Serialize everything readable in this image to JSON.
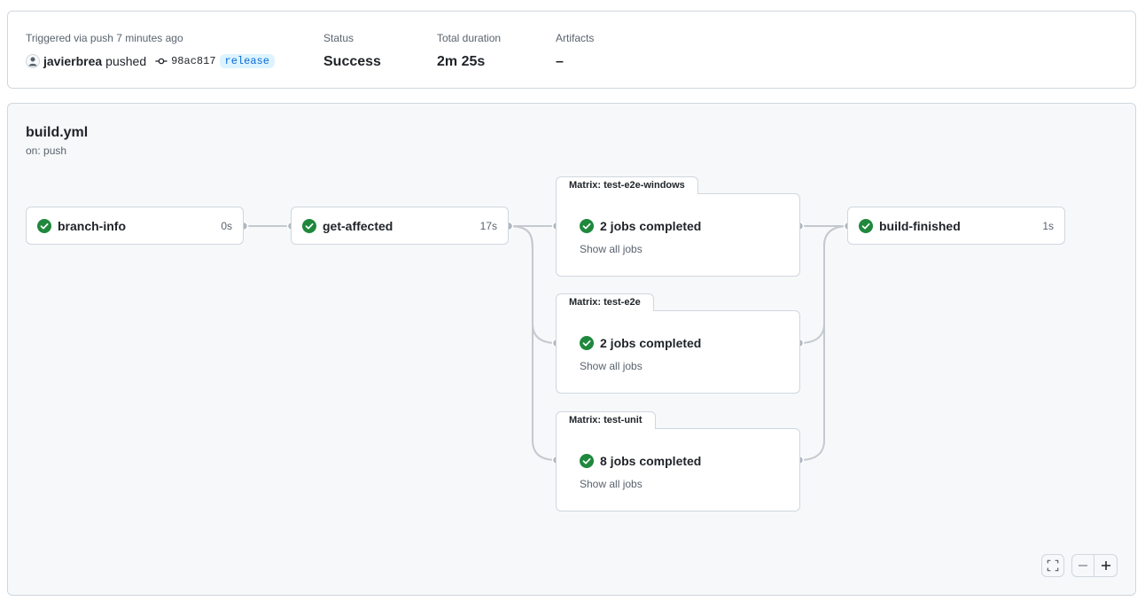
{
  "summary": {
    "trigger_label": "Triggered via push 7 minutes ago",
    "actor": "javierbrea",
    "action": "pushed",
    "commit_sha": "98ac817",
    "branch": "release",
    "status_label": "Status",
    "status_value": "Success",
    "duration_label": "Total duration",
    "duration_value": "2m 25s",
    "artifacts_label": "Artifacts",
    "artifacts_value": "–"
  },
  "workflow": {
    "file": "build.yml",
    "trigger": "on: push"
  },
  "jobs": [
    {
      "name": "branch-info",
      "duration": "0s",
      "status": "success"
    },
    {
      "name": "get-affected",
      "duration": "17s",
      "status": "success"
    },
    {
      "name": "build-finished",
      "duration": "1s",
      "status": "success"
    }
  ],
  "matrices": [
    {
      "tab": "Matrix: test-e2e-windows",
      "summary": "2 jobs completed",
      "show_all": "Show all jobs"
    },
    {
      "tab": "Matrix: test-e2e",
      "summary": "2 jobs completed",
      "show_all": "Show all jobs"
    },
    {
      "tab": "Matrix: test-unit",
      "summary": "8 jobs completed",
      "show_all": "Show all jobs"
    }
  ],
  "colors": {
    "success": "#1f883d",
    "connector": "#c4c9cf",
    "accent": "#0969da"
  },
  "icons": {
    "commit": "git-commit-icon",
    "status": "check-circle-fill-icon",
    "fullscreen": "screen-full-icon",
    "zoom_out": "minus-icon",
    "zoom_in": "plus-icon"
  }
}
